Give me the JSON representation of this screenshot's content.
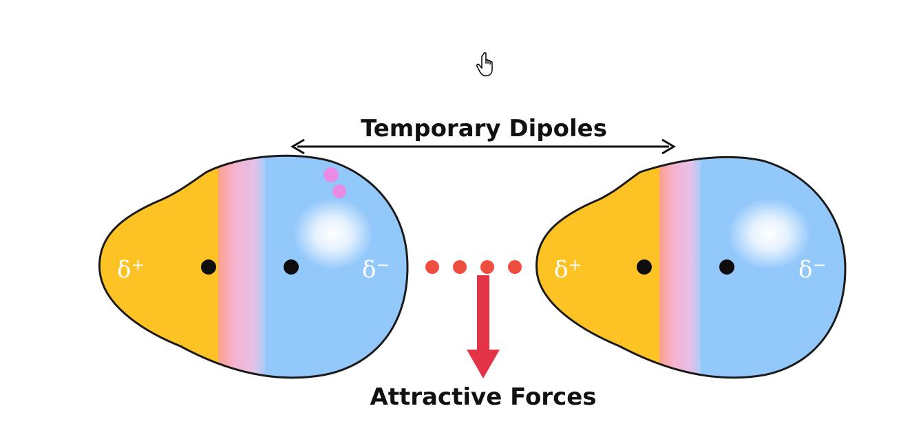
{
  "labels": {
    "title": "Temporary Dipoles",
    "bottom": "Attractive Forces"
  },
  "molecules": [
    {
      "positive_symbol": "δ",
      "positive_sign": "+",
      "negative_symbol": "δ",
      "negative_sign": "−"
    },
    {
      "positive_symbol": "δ",
      "positive_sign": "+",
      "negative_symbol": "δ",
      "negative_sign": "−"
    }
  ],
  "interaction_dots": 4,
  "colors": {
    "positive_region": "#fdc324",
    "negative_region": "#93c8fb",
    "transition": "#f4b6d2",
    "outline": "#1a1a1a",
    "nucleus": "#0d0d0d",
    "interaction_dot": "#ee4e3f",
    "force_arrow": "#e23347",
    "electron": "#e98ce5",
    "delta_text": "#ffffff",
    "label_text": "#111111"
  },
  "icons": {
    "cursor": "hand-pointer-icon"
  }
}
